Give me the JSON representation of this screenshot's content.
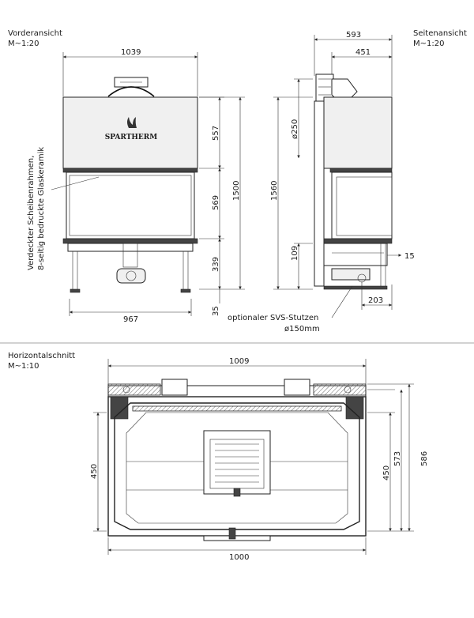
{
  "views": {
    "front": {
      "title": "Vorderansicht",
      "scale": "M~1:20"
    },
    "side": {
      "title": "Seitenansicht",
      "scale": "M~1:20"
    },
    "section": {
      "title": "Horizontalschnitt",
      "scale": "M~1:10"
    }
  },
  "brand": "SPARTHERM",
  "annotations": {
    "frame_note_line1": "Verdeckter Scheibenrahmen,",
    "frame_note_line2": "8-seitig bedruckte Glaskeramik",
    "flue_label": "optionaler SVS-Stutzen",
    "flue_diameter": "ø150mm",
    "flue_side_diameter": "ø250"
  },
  "dimensions": {
    "front_width_top": "1039",
    "front_width_bottom": "967",
    "front_h_upper": "557",
    "front_h_glass": "569",
    "front_h_lower": "339",
    "front_h_total": "1500",
    "front_feet": "35",
    "side_depth_total": "593",
    "side_depth_upper": "451",
    "side_h_total": "1560",
    "side_h_lower": "109",
    "side_offset": "15",
    "side_flue_offset": "203",
    "sec_width_top": "1009",
    "sec_width_bottom": "1000",
    "sec_inner_depth_left": "450",
    "sec_inner_depth_right": "450",
    "sec_depth_mid": "573",
    "sec_depth_total": "586"
  }
}
